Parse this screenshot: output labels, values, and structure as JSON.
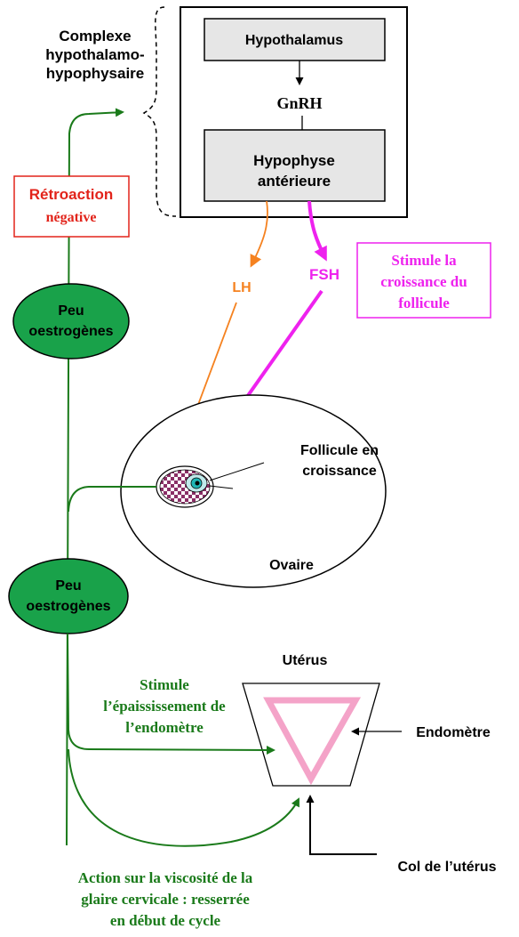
{
  "labels": {
    "complexe_line1": "Complexe",
    "complexe_line2": "hypothalamo-",
    "complexe_line3": "hypophysaire",
    "hypothalamus": "Hypothalamus",
    "gnrh": "GnRH",
    "hypophyse_line1": "Hypophyse",
    "hypophyse_line2": "antérieure",
    "retroaction_line1": "Rétroaction",
    "retroaction_line2": "négative",
    "lh": "LH",
    "fsh": "FSH",
    "stimule_line1": "Stimule la",
    "stimule_line2": "croissance du",
    "stimule_line3": "follicule",
    "peu_oestrogenes_1_line1": "Peu",
    "peu_oestrogenes_1_line2": "oestrogènes",
    "peu_oestrogenes_2_line1": "Peu",
    "peu_oestrogenes_2_line2": "oestrogènes",
    "follicule_line1": "Follicule en",
    "follicule_line2": "croissance",
    "ovaire": "Ovaire",
    "uterus": "Utérus",
    "epaississement_line1": "Stimule",
    "epaississement_line2": "l’épaississement de",
    "epaississement_line3": "l’endomètre",
    "endometre": "Endomètre",
    "col": "Col de l’utérus",
    "viscosite_line1": "Action sur la viscosité de la",
    "viscosite_line2": "glaire cervicale : resserrée",
    "viscosite_line3": "en début de cycle"
  },
  "colors": {
    "green_arrow": "#1a7a1a",
    "green_ellipse": "#19a24a",
    "orange_lh": "#f58220",
    "magenta_fsh": "#ee22ee",
    "red_retroaction": "#e2231a",
    "pink_endometrium": "#f4a3c8",
    "gray_box": "#e6e6e6",
    "follicle_purple": "#7a2a5a",
    "follicle_cyan": "#1fb5b5"
  }
}
